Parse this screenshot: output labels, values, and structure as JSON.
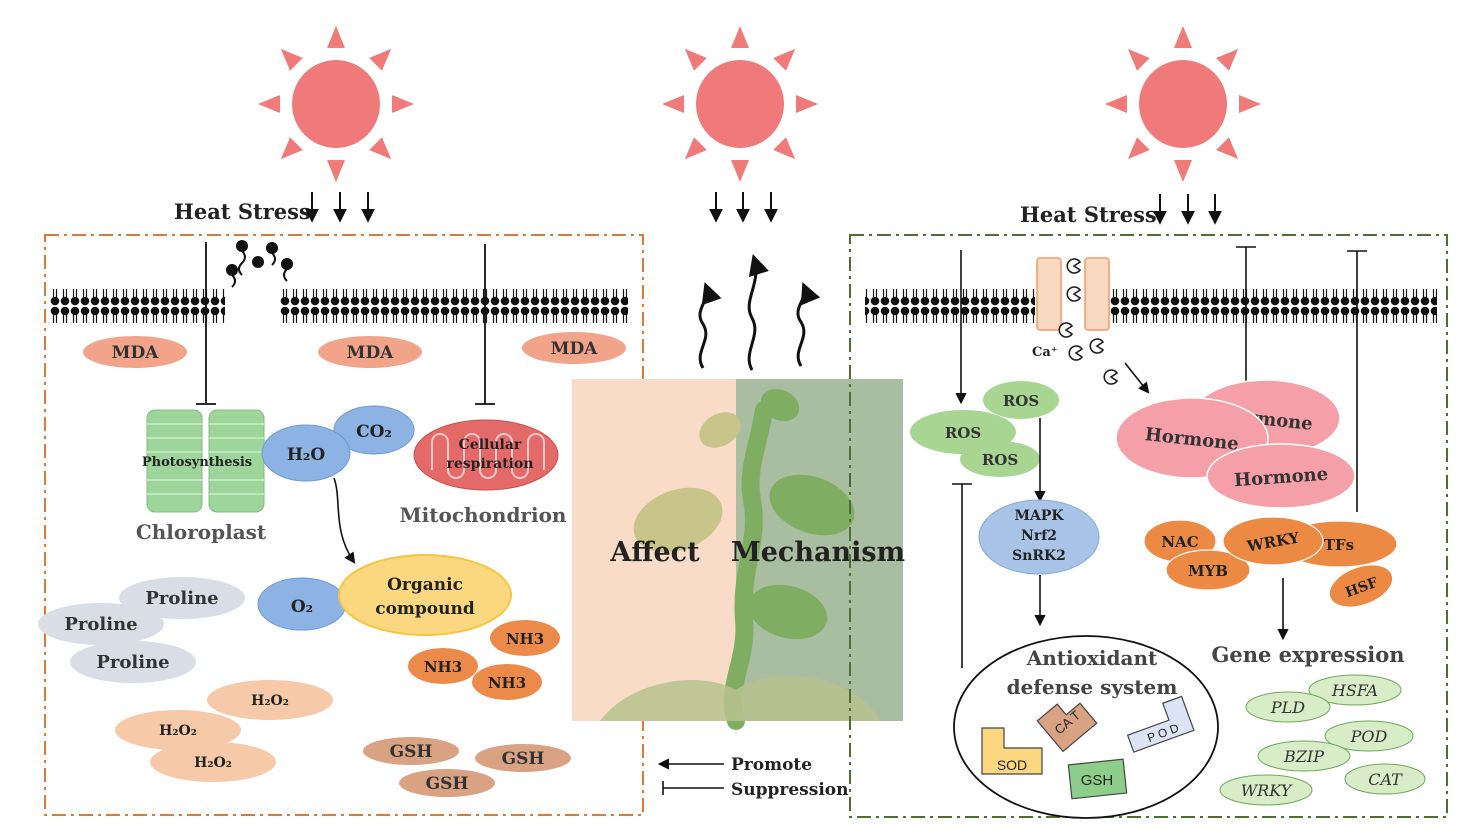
{
  "heat_stress_left": "Heat Stress",
  "heat_stress_right": "Heat Stress",
  "left_panel": {
    "mda": [
      "MDA",
      "MDA",
      "MDA"
    ],
    "photosynthesis": "Photosynthesis",
    "chloroplast": "Chloroplast",
    "h2o": "H₂O",
    "co2": "CO₂",
    "cellular_respiration_1": "Cellular",
    "cellular_respiration_2": "respiration",
    "mitochondrion": "Mitochondrion",
    "o2": "O₂",
    "organic_1": "Organic",
    "organic_2": "compound",
    "proline": [
      "Proline",
      "Proline",
      "Proline"
    ],
    "nh3": [
      "NH3",
      "NH3",
      "NH3"
    ],
    "h2o2": [
      "H₂O₂",
      "H₂O₂",
      "H₂O₂"
    ],
    "gsh": [
      "GSH",
      "GSH",
      "GSH"
    ]
  },
  "center": {
    "affect": "Affect",
    "mechanism": "Mechanism",
    "legend_promote": "Promote",
    "legend_suppression": "Suppression"
  },
  "right_panel": {
    "ca": "Ca⁺",
    "ros": [
      "ROS",
      "ROS",
      "ROS"
    ],
    "mapk": "MAPK",
    "nrf2": "Nrf2",
    "snrk2": "SnRK2",
    "antioxidant_1": "Antioxidant",
    "antioxidant_2": "defense system",
    "sod": "SOD",
    "cat": "CA T",
    "pod": "P O D",
    "gsh": "GSH",
    "hormone": [
      "Hormone",
      "Hormone",
      "Hormone"
    ],
    "tfs": [
      "NAC",
      "WRKY",
      "TFs",
      "MYB",
      "HSF"
    ],
    "gene_expression": "Gene expression",
    "genes": [
      "HSFA",
      "PLD",
      "POD",
      "BZIP",
      "CAT",
      "WRKY"
    ]
  },
  "colors": {
    "sun": "#f07a7a",
    "left_border": "#d77a3a",
    "right_border": "#4f6e34",
    "mda": "#f2a48a",
    "chloroplast": "#9ed59a",
    "blue": "#8cb3e3",
    "mito": "#e46a6a",
    "organic": "#fbd880",
    "proline": "#d8dde6",
    "nh3": "#ec8a4a",
    "h2o2": "#f6c9a8",
    "gsh_left": "#d9a283",
    "ros": "#a9d593",
    "hormone": "#f5a0a8",
    "tf": "#ec8a44",
    "gene": "#d8ecc7"
  }
}
